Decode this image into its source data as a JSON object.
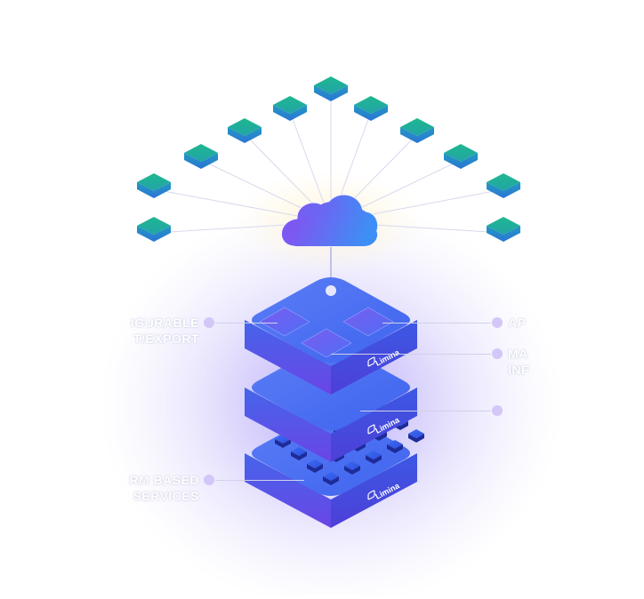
{
  "stack": {
    "brand": "Limina",
    "layer_count": 3
  },
  "labels": {
    "left_top_line1": "IGURABLE",
    "left_top_line2": "T/EXPORT",
    "left_bottom_line1": "RM BASED",
    "left_bottom_line2": "SERVICES",
    "right_top": "AP",
    "right_mid_line1": "MA",
    "right_mid_line2": "INF"
  },
  "colors": {
    "device_top": "#1fb88f",
    "device_bottom": "#2a74d6",
    "cloud_left": "#8a4cf0",
    "cloud_right": "#3d8ff5",
    "layer_top": "#4a74f2",
    "layer_side": "#3b56e3",
    "glow": "#8e7cf5",
    "dot": "#d2c7f7"
  },
  "icons": {
    "cloud": "cloud-icon",
    "node": "device-node-icon",
    "brand_logo": "limina-logo-icon"
  }
}
